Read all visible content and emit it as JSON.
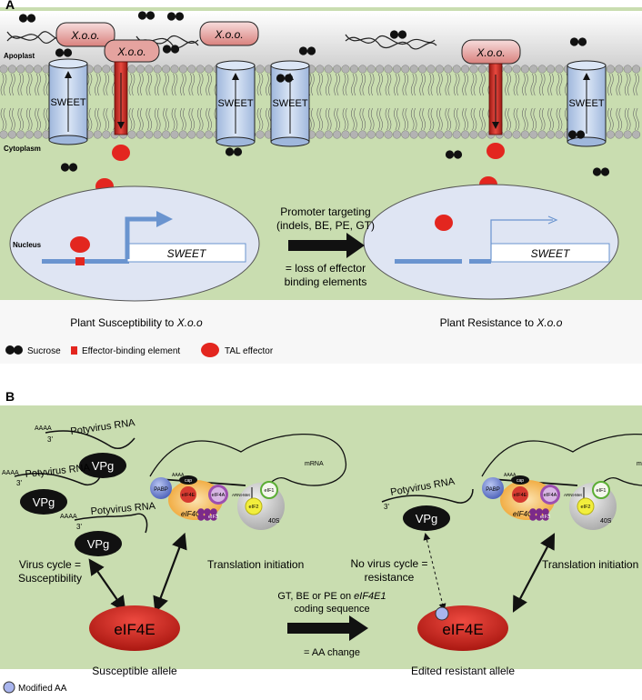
{
  "panel_a": {
    "label": "A",
    "apoplast": "Apoplast",
    "cytoplasm": "Cytoplasm",
    "nucleus": "Nucleus",
    "xoo": "X.o.o.",
    "sweet": "SWEET",
    "gene_sweet": "SWEET",
    "promoter_lines": [
      "Promoter targeting",
      "(indels, BE, PE, GT)"
    ],
    "loss_lines": [
      "= loss of effector",
      "binding elements"
    ],
    "susceptibility_prefix": "Plant Susceptibility to ",
    "resistance_prefix": "Plant Resistance to ",
    "pathogen": "X.o.o",
    "legend": {
      "sucrose": "Sucrose",
      "ebe": "Effector-binding element",
      "tal": "TAL effector"
    },
    "colors": {
      "green": "#c7dcae",
      "red": "#e3261f",
      "blue_gene": "#6a94cf",
      "nucleus": "#dfe5f3"
    }
  },
  "panel_b": {
    "label": "B",
    "potyvirus": "Potyvirus RNA",
    "three_prime": "3'",
    "aaaa": "AAAA",
    "vpg": "VPg",
    "mrna": "mRNA",
    "pabp": "PABP",
    "cap": "cap",
    "eif4e_small": "eIF4E",
    "eif4a": "eIF4A",
    "eif4g": "eIF4G",
    "eif3": "eIF3",
    "eif2": "eIF2",
    "eif1": "eIF1",
    "arnmet": "ARNt-Met",
    "s40": "40S",
    "virus_cycle_lines": [
      "Virus cycle =",
      "Susceptibility"
    ],
    "translation_initiation": "Translation initiation",
    "no_virus_lines": [
      "No virus cycle =",
      "resistance"
    ],
    "eif4e": "eIF4E",
    "edit_line1": "GT, BE or PE on ",
    "edit_gene": "eIF4E1",
    "edit_line2": "coding sequence",
    "aa_change": "= AA change",
    "susceptible_allele": "Susceptible allele",
    "edited_allele": "Edited resistant allele",
    "legend_modified": "Modified AA"
  }
}
